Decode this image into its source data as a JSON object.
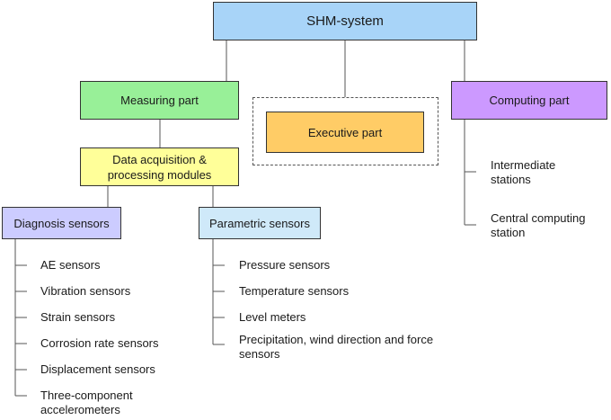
{
  "colors": {
    "root": "#a8d4f8",
    "measuring": "#98f098",
    "executive": "#ffcc66",
    "computing": "#cc99ff",
    "data_acquisition": "#ffff99",
    "diagnosis": "#ccccff",
    "parametric": "#cfe9f9",
    "lines": "#555555"
  },
  "root": {
    "label": "SHM-system"
  },
  "parts": {
    "measuring": {
      "label": "Measuring part"
    },
    "executive": {
      "label": "Executive part"
    },
    "computing": {
      "label": "Computing part"
    }
  },
  "data_acquisition": {
    "line1": "Data acquisition &",
    "line2": "processing modules"
  },
  "diagnosis": {
    "label": "Diagnosis sensors",
    "items": [
      "AE sensors",
      "Vibration sensors",
      "Strain sensors",
      "Corrosion rate sensors",
      "Displacement sensors",
      "Three-component accelerometers"
    ]
  },
  "parametric": {
    "label": "Parametric sensors",
    "items": [
      "Pressure sensors",
      "Temperature sensors",
      "Level meters",
      "Precipitation, wind direction and force sensors"
    ]
  },
  "computing_items": [
    "Intermediate stations",
    "Central computing station"
  ]
}
